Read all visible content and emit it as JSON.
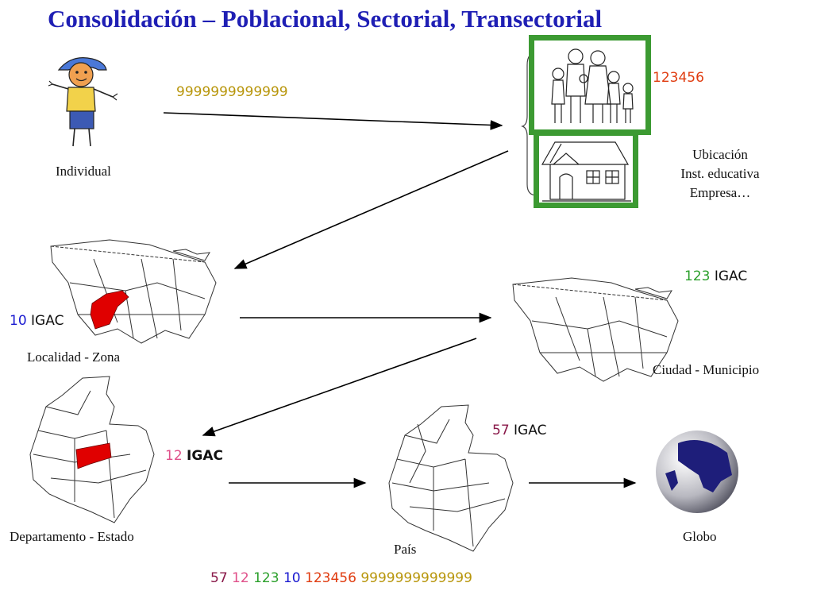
{
  "title": "Consolidación – Poblacional, Sectorial, Transectorial",
  "colors": {
    "title": "#1f1fb4",
    "frame_green": "#3c9a32",
    "gold": "#b8960c",
    "orange": "#e03c10",
    "green": "#2ca02c",
    "blue": "#1a1ad0",
    "pink": "#e0508a",
    "maroon": "#8a1a4a",
    "region_red": "#e00000"
  },
  "nodes": {
    "individual": {
      "label": "Individual",
      "code": "9999999999999"
    },
    "familia": {
      "code": "123456"
    },
    "vivienda": {
      "line1": "Ubicación",
      "line2": "Inst. educativa",
      "line3": "Empresa…"
    },
    "localidad": {
      "label": "Localidad - Zona",
      "code_number": "10",
      "code_suffix": "IGAC"
    },
    "ciudad": {
      "label": "Ciudad - Municipio",
      "code_number": "123",
      "code_suffix": "IGAC"
    },
    "departamento": {
      "label": "Departamento - Estado",
      "code_number": "12",
      "code_suffix": "IGAC"
    },
    "pais": {
      "label": "País",
      "code_number": "57",
      "code_suffix": "IGAC"
    },
    "globo": {
      "label": "Globo"
    }
  },
  "composite_code": [
    "57",
    "12",
    "123",
    "10",
    "123456",
    "9999999999999"
  ],
  "icons": {
    "child": "child-drawing-icon",
    "family": "family-drawing-icon",
    "house": "house-drawing-icon",
    "map": "map-outline-icon",
    "globe": "globe-icon"
  }
}
